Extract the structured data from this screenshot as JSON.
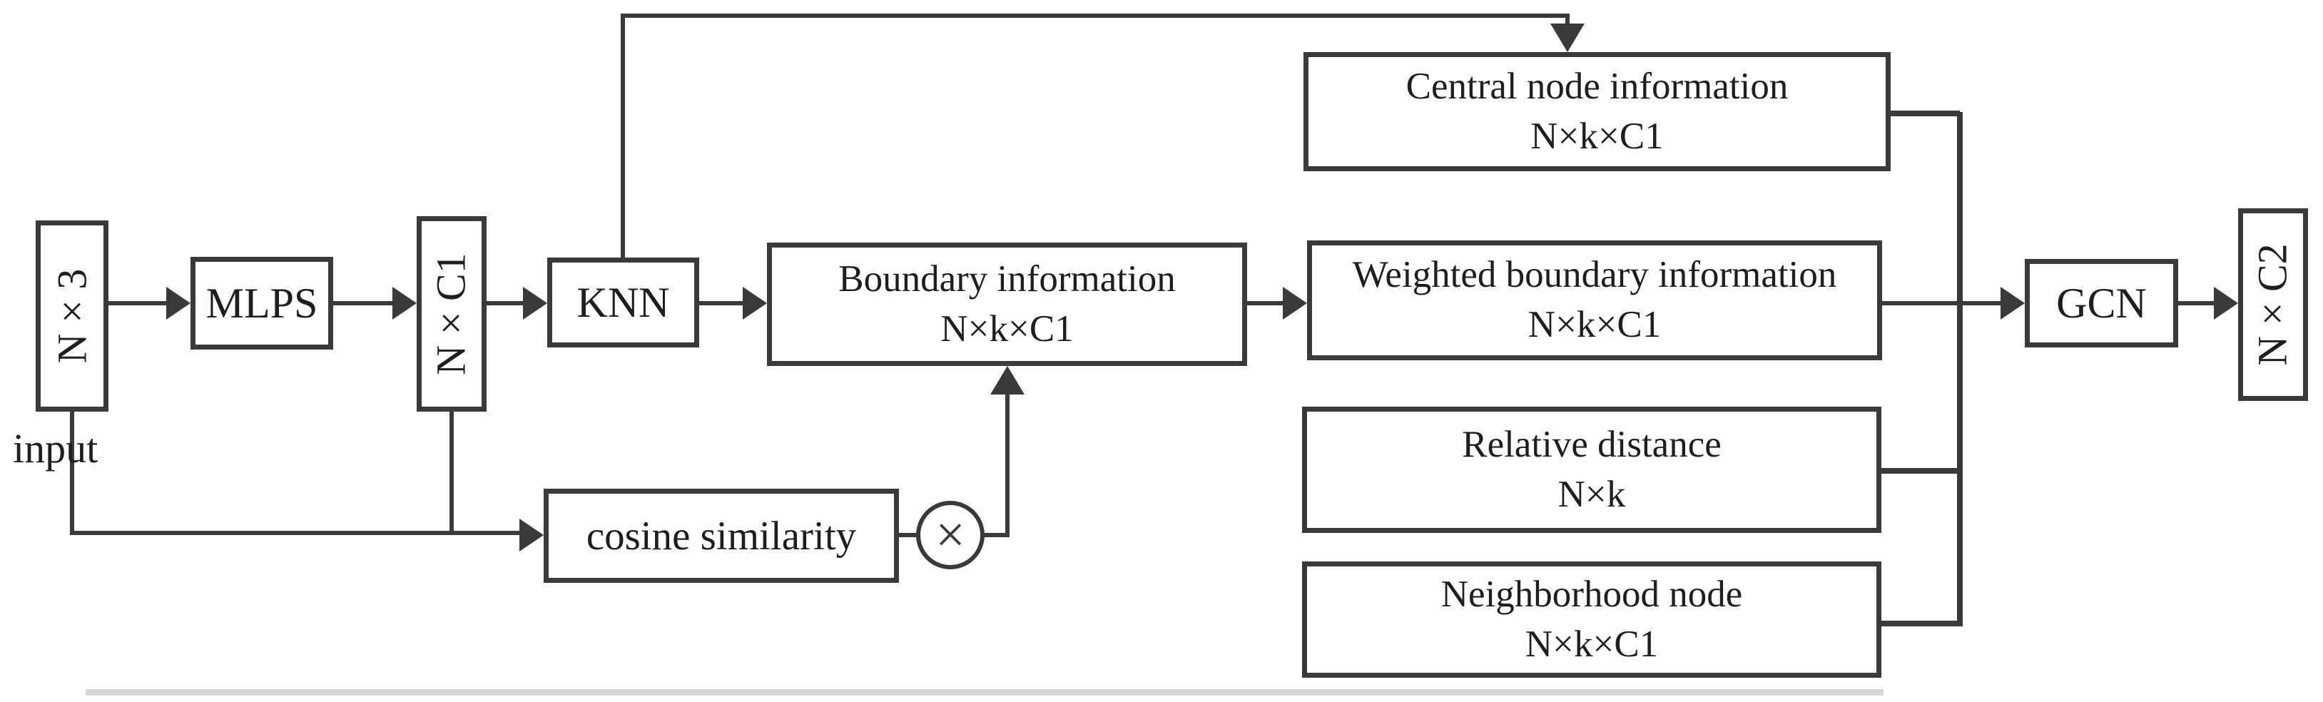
{
  "diagram": {
    "input_label": "input",
    "nodes": {
      "n3": {
        "label": "N × 3"
      },
      "mlps": {
        "label": "MLPS"
      },
      "nc1": {
        "label": "N × C1"
      },
      "knn": {
        "label": "KNN"
      },
      "boundary": {
        "line1": "Boundary information",
        "line2": "N×k×C1"
      },
      "cosine": {
        "label": "cosine similarity"
      },
      "multiply": {
        "symbol": "×"
      },
      "central": {
        "line1": "Central node information",
        "line2": "N×k×C1"
      },
      "weighted": {
        "line1": "Weighted boundary information",
        "line2": "N×k×C1"
      },
      "relative": {
        "line1": "Relative distance",
        "line2": "N×k"
      },
      "neighborhood": {
        "line1": "Neighborhood node",
        "line2": "N×k×C1"
      },
      "gcn": {
        "label": "GCN"
      },
      "nc2": {
        "label": "N × C2"
      }
    },
    "colors": {
      "line": "#3a3a3a",
      "text": "#1e1e1e",
      "background": "#ffffff"
    }
  }
}
